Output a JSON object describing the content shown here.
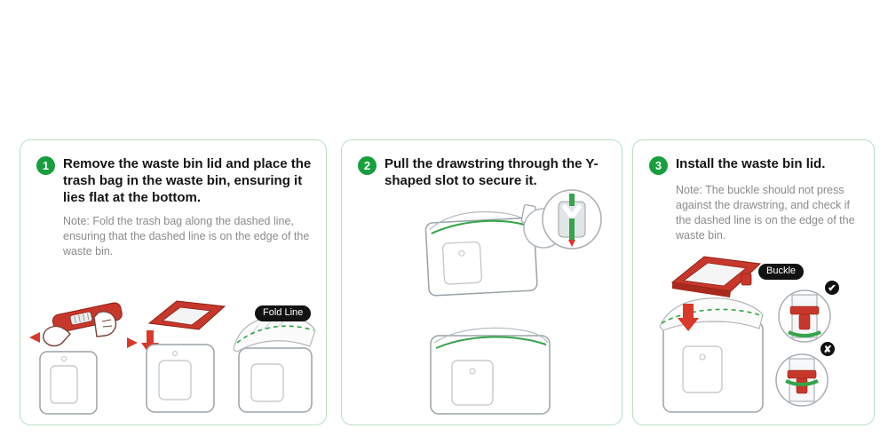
{
  "colors": {
    "panel_border": "#b9e0c4",
    "step_badge_green": "#179e3f",
    "lid_red": "#c8372b",
    "arrow_red": "#d8392b",
    "drawstring_green": "#35a44a",
    "note_gray": "#8b8b8b",
    "label_pill_bg": "#121212"
  },
  "steps": [
    {
      "number": "1",
      "title": "Remove the waste bin lid and place the trash bag in the waste bin, ensuring it lies flat at the bottom.",
      "note": "Note: Fold the trash bag along the dashed line, ensuring that the dashed line is on the edge of the waste bin.",
      "callout_label": "Fold Line"
    },
    {
      "number": "2",
      "title": "Pull the drawstring through the Y-shaped slot to secure it."
    },
    {
      "number": "3",
      "title": "Install the waste bin lid.",
      "note": "Note: The buckle should not press against the drawstring, and check if the dashed line is on the edge of the waste bin.",
      "callout_label": "Buckle",
      "correct_mark": "✔",
      "incorrect_mark": "✘"
    }
  ]
}
